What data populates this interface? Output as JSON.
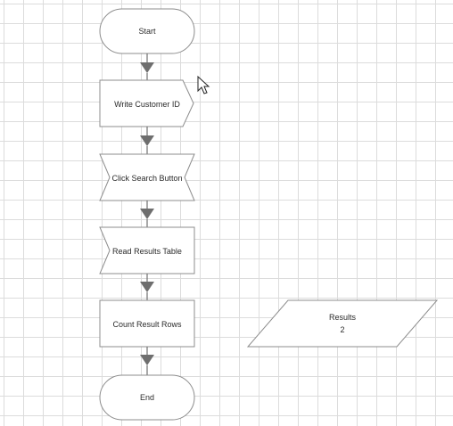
{
  "flowchart": {
    "nodes": [
      {
        "id": "start",
        "label": "Start"
      },
      {
        "id": "write",
        "label": "Write Customer ID"
      },
      {
        "id": "click",
        "label": "Click Search Button"
      },
      {
        "id": "read",
        "label": "Read Results Table"
      },
      {
        "id": "count",
        "label": "Count Result Rows"
      },
      {
        "id": "end",
        "label": "End"
      }
    ],
    "output": {
      "title": "Results",
      "value": "2"
    }
  },
  "colors": {
    "grid": "#dcdcdc",
    "shape_stroke": "#8c8c8c",
    "arrow": "#6e6e6e"
  },
  "icons": [
    "mouse-cursor-icon"
  ]
}
